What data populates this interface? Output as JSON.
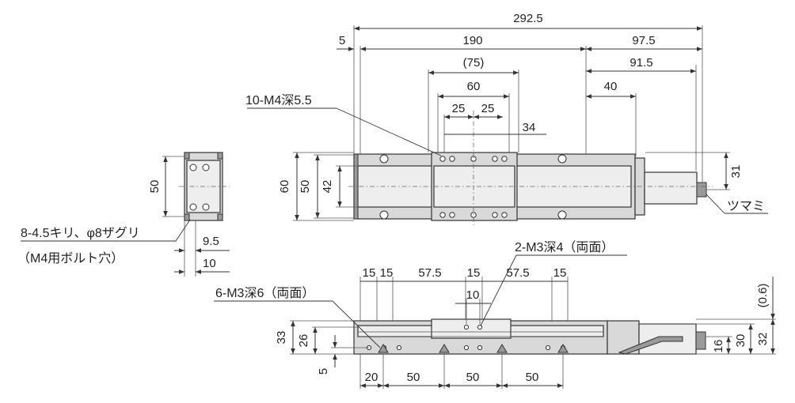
{
  "dimensions": {
    "top_view": {
      "overall": "292.5",
      "offset": "5",
      "stroke_length": "190",
      "motor_length": "97.5",
      "motor_to_knob": "91.5",
      "table_length": "(75)",
      "hole_pitch_outer": "60",
      "hole_pitch_1": "25",
      "hole_pitch_2": "25",
      "hole_offset": "34",
      "motor_offset": "40",
      "height_total": "60",
      "height_body": "50",
      "height_table": "42",
      "knob_height": "31"
    },
    "end_view": {
      "height": "50",
      "width_1": "9.5",
      "width_2": "10"
    },
    "side_view": {
      "hole_pitch_a": "15",
      "hole_pitch_b": "15",
      "hole_pitch_c": "57.5",
      "hole_pitch_d": "15",
      "hole_pitch_e": "57.5",
      "hole_pitch_f": "15",
      "table_hole_pitch": "10",
      "height_total": "33",
      "height_body": "26",
      "bottom_offset": "5",
      "bottom_first": "20",
      "bottom_pitch_1": "50",
      "bottom_pitch_2": "50",
      "bottom_pitch_3": "50",
      "motor_gap": "(0.6)",
      "motor_shaft": "16",
      "motor_height": "30",
      "motor_total": "32"
    }
  },
  "labels": {
    "tapped_holes_top": "10-M4深5.5",
    "counterbore": "8-4.5キリ、φ8ザグリ",
    "counterbore_note": "（M4用ボルト穴）",
    "knob": "ツマミ",
    "side_holes_table": "2-M3深4（両面）",
    "side_holes_body": "6-M3深6（両面）"
  },
  "colors": {
    "body": "#d9d9d9",
    "light": "#eeeeee",
    "dark": "#9a9a9a",
    "line": "#333333"
  }
}
